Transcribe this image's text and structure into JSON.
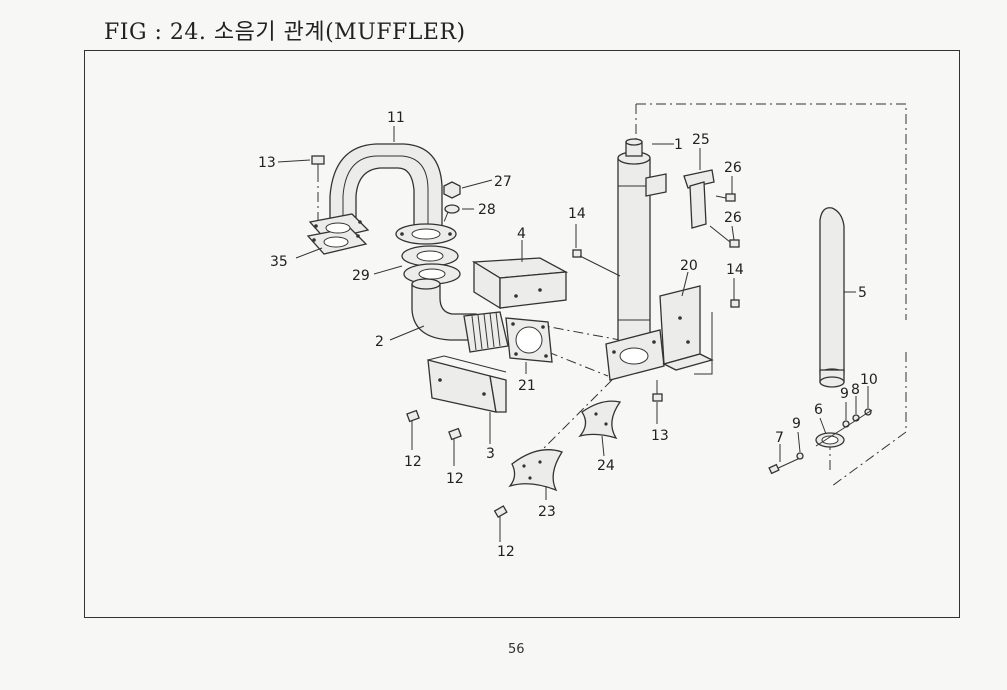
{
  "figure": {
    "title": "FIG : 24. 소음기 관계(MUFFLER)",
    "page_number": "56"
  },
  "callouts": [
    {
      "id": "c11",
      "label": "11"
    },
    {
      "id": "c13a",
      "label": "13"
    },
    {
      "id": "c27",
      "label": "27"
    },
    {
      "id": "c28",
      "label": "28"
    },
    {
      "id": "c35",
      "label": "35"
    },
    {
      "id": "c29",
      "label": "29"
    },
    {
      "id": "c4",
      "label": "4"
    },
    {
      "id": "c2",
      "label": "2"
    },
    {
      "id": "c21",
      "label": "21"
    },
    {
      "id": "c12a",
      "label": "12"
    },
    {
      "id": "c12b",
      "label": "12"
    },
    {
      "id": "c3",
      "label": "3"
    },
    {
      "id": "c23",
      "label": "23"
    },
    {
      "id": "c12c",
      "label": "12"
    },
    {
      "id": "c24",
      "label": "24"
    },
    {
      "id": "c13b",
      "label": "13"
    },
    {
      "id": "c14a",
      "label": "14"
    },
    {
      "id": "c14b",
      "label": "14"
    },
    {
      "id": "c1",
      "label": "1"
    },
    {
      "id": "c25",
      "label": "25"
    },
    {
      "id": "c26a",
      "label": "26"
    },
    {
      "id": "c26b",
      "label": "26"
    },
    {
      "id": "c20",
      "label": "20"
    },
    {
      "id": "c5",
      "label": "5"
    },
    {
      "id": "c6",
      "label": "6"
    },
    {
      "id": "c7",
      "label": "7"
    },
    {
      "id": "c8",
      "label": "8"
    },
    {
      "id": "c9a",
      "label": "9"
    },
    {
      "id": "c9b",
      "label": "9"
    },
    {
      "id": "c10",
      "label": "10"
    }
  ]
}
